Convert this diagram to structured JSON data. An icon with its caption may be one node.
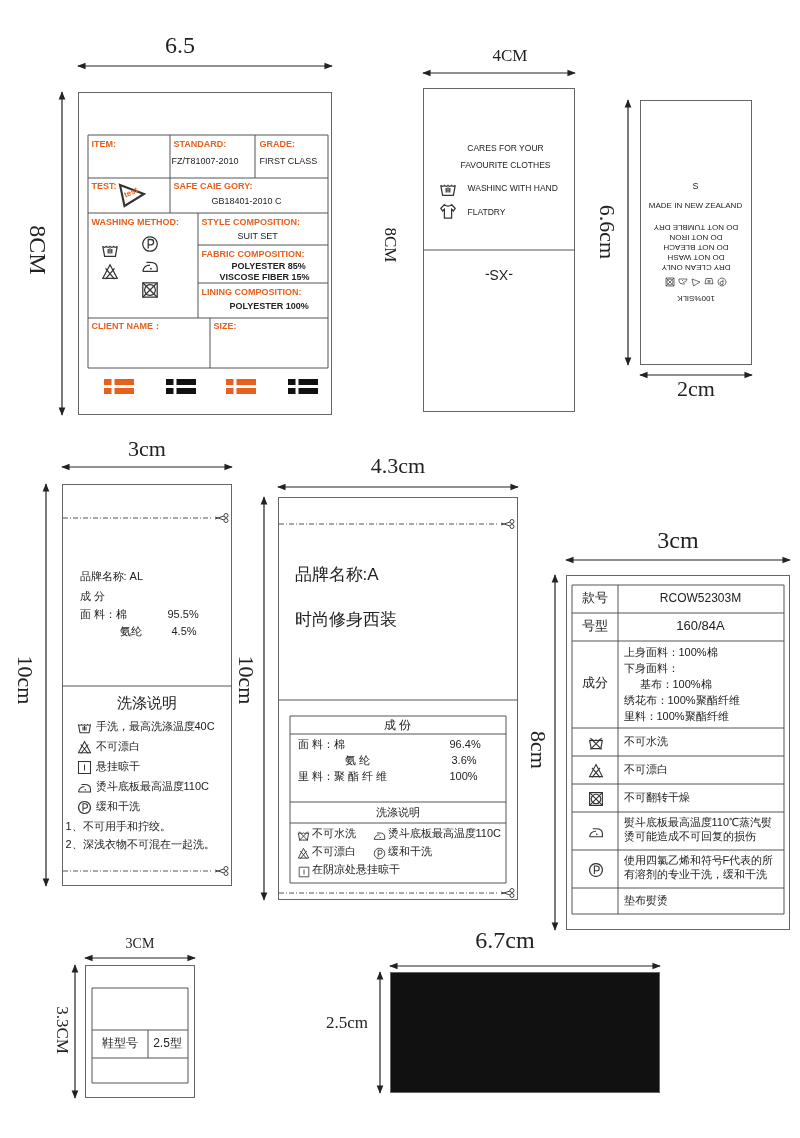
{
  "diagram": {
    "nodes": [
      {
        "text": [
          "ITEM:",
          "STANDARD:",
          "GRADE:",
          "FZ/T81007-2010",
          "FIRST CLASS",
          "TEST:",
          "test",
          "SAFE CAIE GORY:",
          "GB18401-2010 C",
          "WASHING METHOD:",
          "STYLE COMPOSITION:",
          "SUIT SET",
          "FABRIC COMPOSITION:",
          "POLYESTER 85%",
          "VISCOSE FIBER 15%",
          "LINING COMPOSITION:",
          "POLYESTER 100%",
          "CLIENT NAME：",
          "SIZE:"
        ]
      },
      {
        "text": [
          "CARES FOR YOUR FAVOURITE CLOTHES",
          "WASHINC WITH HAND",
          "FLATDRY",
          "-XS-"
        ]
      },
      {
        "text": [
          "S",
          "MADE IN NEW ZEALAND",
          "DRY CLEAN ONLY",
          "DO NOT WASH",
          "DO NOT BLEACH",
          "DO NOT IRON",
          "DO NOT TUMBLE DRY",
          "100%SILK"
        ]
      },
      {
        "text": [
          "品牌名称: AL",
          "成 分",
          "面 料：棉",
          "95.5%",
          "氨纶",
          "4.5%",
          "洗涤说明",
          "手洗，最高洗涤温度40C",
          "不可漂白",
          "悬挂晾干",
          "烫斗底板最高温度110C",
          "缓和干洗",
          "1、不可用手和拧绞。",
          "2、深浅衣物不可混在一起洗。"
        ]
      },
      {
        "text": [
          "品牌名称:A",
          "时尚修身西装",
          "成 份",
          "面 料：棉",
          "96.4%",
          "氨 纶",
          "3.6%",
          "里 料：聚 酯 纤 维",
          "100%",
          "洗涤说明",
          "不可水洗",
          "烫斗底板最高温度110C",
          "不可漂白",
          "缓和干洗",
          "在阴凉处悬挂晾干"
        ]
      },
      {
        "text": [
          "款号",
          "RCOW52303M",
          "号型",
          "160/84A",
          "成分",
          "上身面料：100%棉",
          "下身面料：",
          "基布：100%棉",
          "绣花布：100%聚酯纤维",
          "里料：100%聚酯纤维",
          "不可水洗",
          "不可漂白",
          "不可翻转干燥",
          "熨斗底板最高温度110℃蒸汽熨烫可能造成不可回复的损伤",
          "使用四氯乙烯和符号F代表的所有溶剂的专业干洗，缓和干洗",
          "垫布熨烫"
        ]
      },
      {
        "text": [
          "鞋型号",
          "2.5型"
        ]
      },
      {
        "text": [],
        "shape": "box"
      }
    ],
    "labels": [
      "6.5",
      "8CM",
      "4CM",
      "8CM",
      "6.6cm",
      "2cm",
      "3cm",
      "10cm",
      "4.3cm",
      "10cm",
      "3cm",
      "8cm",
      "3CM",
      "3.3CM",
      "6.7cm",
      "2.5cm"
    ]
  }
}
